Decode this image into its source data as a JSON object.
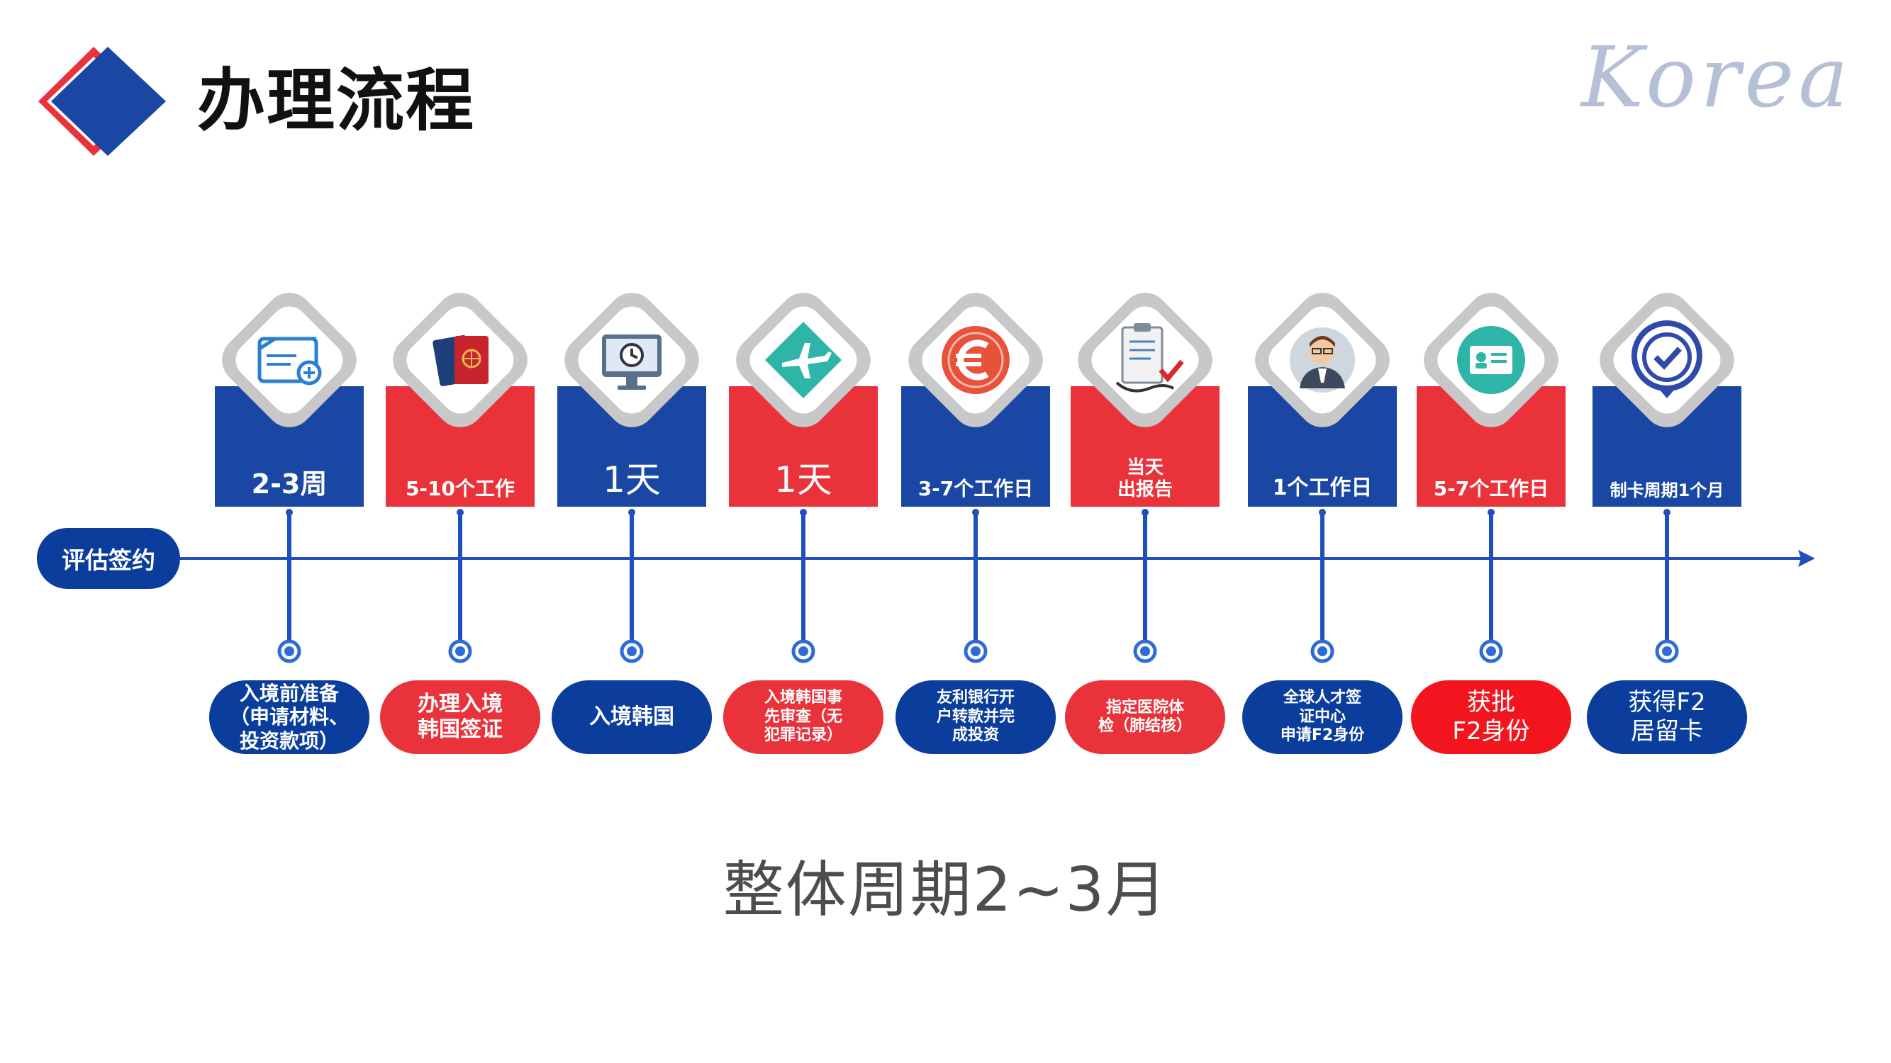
{
  "header": {
    "title": "办理流程",
    "watermark": "Korea"
  },
  "start": {
    "label": "评估签约"
  },
  "steps": [
    {
      "duration": "2-3周",
      "tab_color": "blue",
      "icon": "folder-icon",
      "badge": "入境前准备\n（申请材料、\n投资款项）",
      "badge_color": "blue"
    },
    {
      "duration": "5-10个工作",
      "tab_color": "red",
      "icon": "passport-icon",
      "badge": "办理入境\n韩国签证",
      "badge_color": "red"
    },
    {
      "duration": "1天",
      "tab_color": "blue",
      "icon": "monitor-clock-icon",
      "badge": "入境韩国",
      "badge_color": "blue"
    },
    {
      "duration": "1天",
      "tab_color": "red",
      "icon": "airplane-icon",
      "badge": "入境韩国事\n先审查（无\n犯罪记录）",
      "badge_color": "red"
    },
    {
      "duration": "3-7个工作日",
      "tab_color": "blue",
      "icon": "euro-icon",
      "badge": "友利银行开\n户转款并完\n成投资",
      "badge_color": "blue"
    },
    {
      "duration": "当天\n出报告",
      "tab_color": "red",
      "icon": "medical-checklist-icon",
      "badge": "指定医院体\n检（肺结核）",
      "badge_color": "red"
    },
    {
      "duration": "1个工作日",
      "tab_color": "blue",
      "icon": "officer-avatar-icon",
      "badge": "全球人才签\n证中心\n申请F2身份",
      "badge_color": "blue"
    },
    {
      "duration": "5-7个工作日",
      "tab_color": "red",
      "icon": "id-card-icon",
      "badge": "获批\nF2身份",
      "badge_color": "bright-red"
    },
    {
      "duration": "制卡周期1个月",
      "tab_color": "blue",
      "icon": "check-badge-icon",
      "badge": "获得F2\n居留卡",
      "badge_color": "blue"
    }
  ],
  "summary": "整体周期2~3月",
  "colors": {
    "blue": "#1947a3",
    "dark_blue": "#0a3d9c",
    "red": "#e9323a",
    "line": "#1f4fbf",
    "diamond_gray": "#c8c8c8"
  }
}
